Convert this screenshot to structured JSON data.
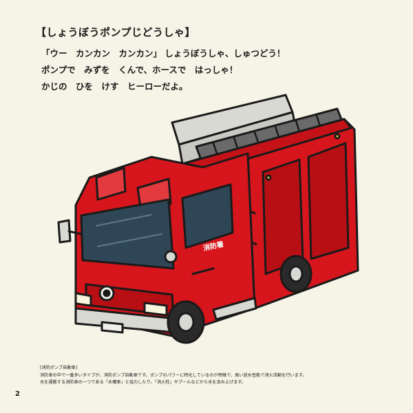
{
  "title": "【しょうぼうポンプじどうしゃ】",
  "body_lines": [
    "「ウー　カンカン　カンカン」 しょうぼうしゃ、しゅつどう！",
    "ポンプで　みずを　くんで、ホースで　はっしゃ！",
    "かじの　ひを　けす　ヒーローだよ。"
  ],
  "truck": {
    "door_label": "消防署",
    "colors": {
      "body": "#d6161c",
      "body_dark": "#a80d12",
      "glass": "#2f4656",
      "ladder": "#d9d9d4",
      "outline": "#1a1a1a",
      "tire": "#2a2a2a"
    }
  },
  "caption": {
    "heading": "[消防ポンプ自動車]",
    "lines": [
      "消防車の中で一番多いタイプが、消防ポンプ自動車です。ポンプのパワーに特化しているのが特徴で、高い放水性能で消火活動を行います。",
      "水を運搬する消防車の一つである「水槽車」と協力したり、「消火栓」やプールなどから水を汲み上げます。"
    ]
  },
  "page_number": "2"
}
